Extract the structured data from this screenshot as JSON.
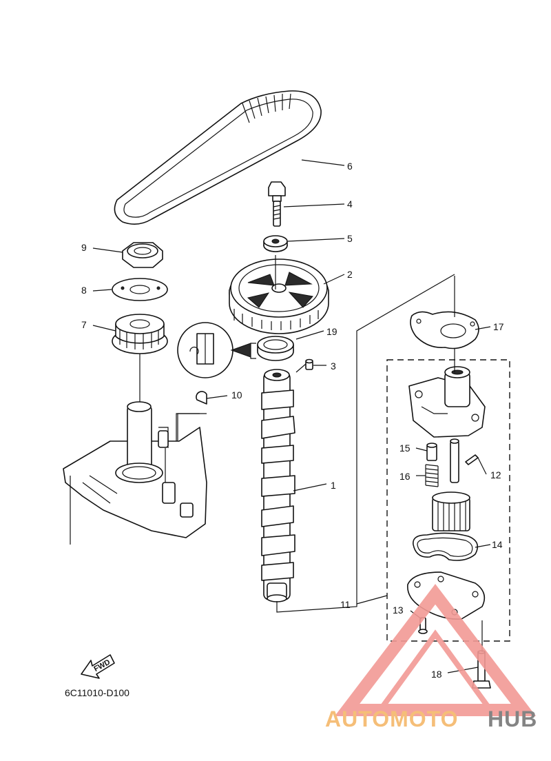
{
  "diagram": {
    "code": "6C11010-D100",
    "fwd_label": "FWD",
    "callouts": {
      "c1": "1",
      "c2": "2",
      "c3": "3",
      "c4": "4",
      "c5": "5",
      "c6": "6",
      "c7": "7",
      "c8": "8",
      "c9": "9",
      "c10": "10",
      "c11": "11",
      "c12": "12",
      "c13": "13",
      "c14": "14",
      "c15": "15",
      "c16": "16",
      "c17": "17",
      "c18": "18",
      "c19": "19"
    }
  },
  "watermark": {
    "text_part1": "AUTOMOTO",
    "text_part2": "HUB",
    "colors": {
      "triangle": "#f29a95",
      "auto_moto": "#f5b86a",
      "hub": "#777777"
    }
  }
}
